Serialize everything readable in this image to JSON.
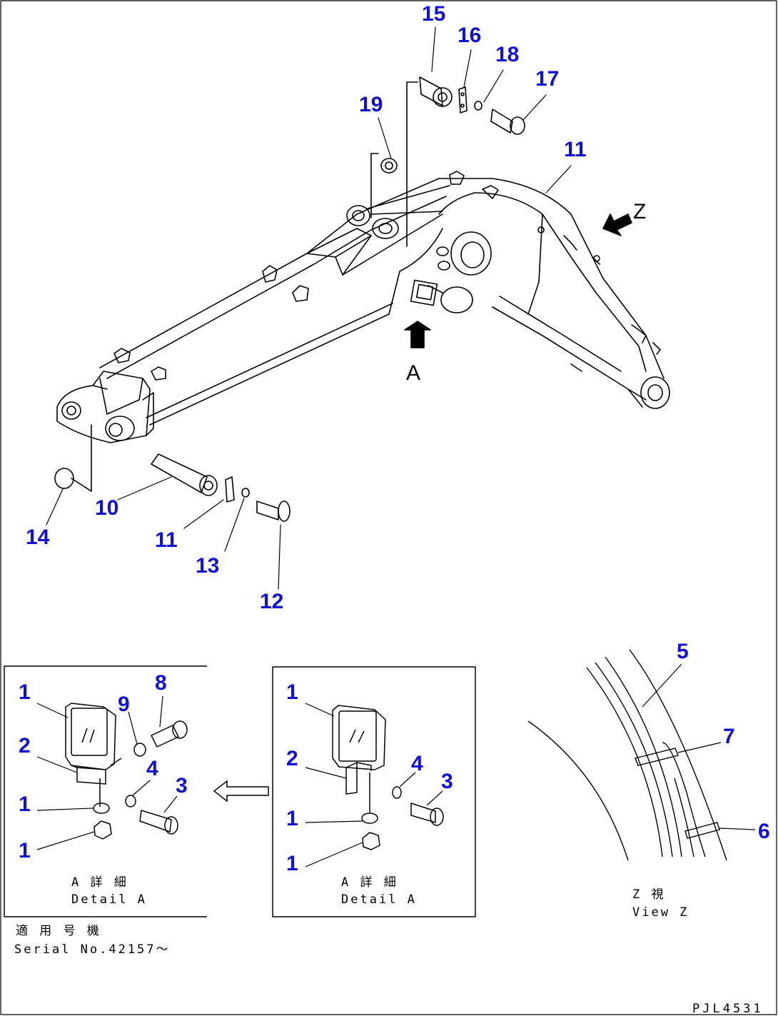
{
  "callouts": {
    "c15": "15",
    "c16": "16",
    "c18": "18",
    "c17": "17",
    "c19": "19",
    "c11a": "11",
    "c10": "10",
    "c14": "14",
    "c11b": "11",
    "c13": "13",
    "c12": "12",
    "d1_1": "1",
    "d1_9": "9",
    "d1_8": "8",
    "d1_2": "2",
    "d1_4": "4",
    "d1_3": "3",
    "d1_1b": "1",
    "d1_1c": "1",
    "d2_1": "1",
    "d2_2": "2",
    "d2_4": "4",
    "d2_3": "3",
    "d2_1b": "1",
    "d2_1c": "1",
    "z5": "5",
    "z7": "7",
    "z6": "6"
  },
  "labels": {
    "view_z": "Z",
    "arrow_a": "A"
  },
  "detail_left": {
    "jp": "A 詳 細",
    "en": "Detail A"
  },
  "detail_right": {
    "jp": "A 詳 細",
    "en": "Detail A"
  },
  "view_z_caption": {
    "jp": "Z 視",
    "en": "View Z"
  },
  "serial": {
    "jp": "適 用 号 機",
    "en": "Serial No.42157～"
  },
  "drawing_code": "PJL4531"
}
